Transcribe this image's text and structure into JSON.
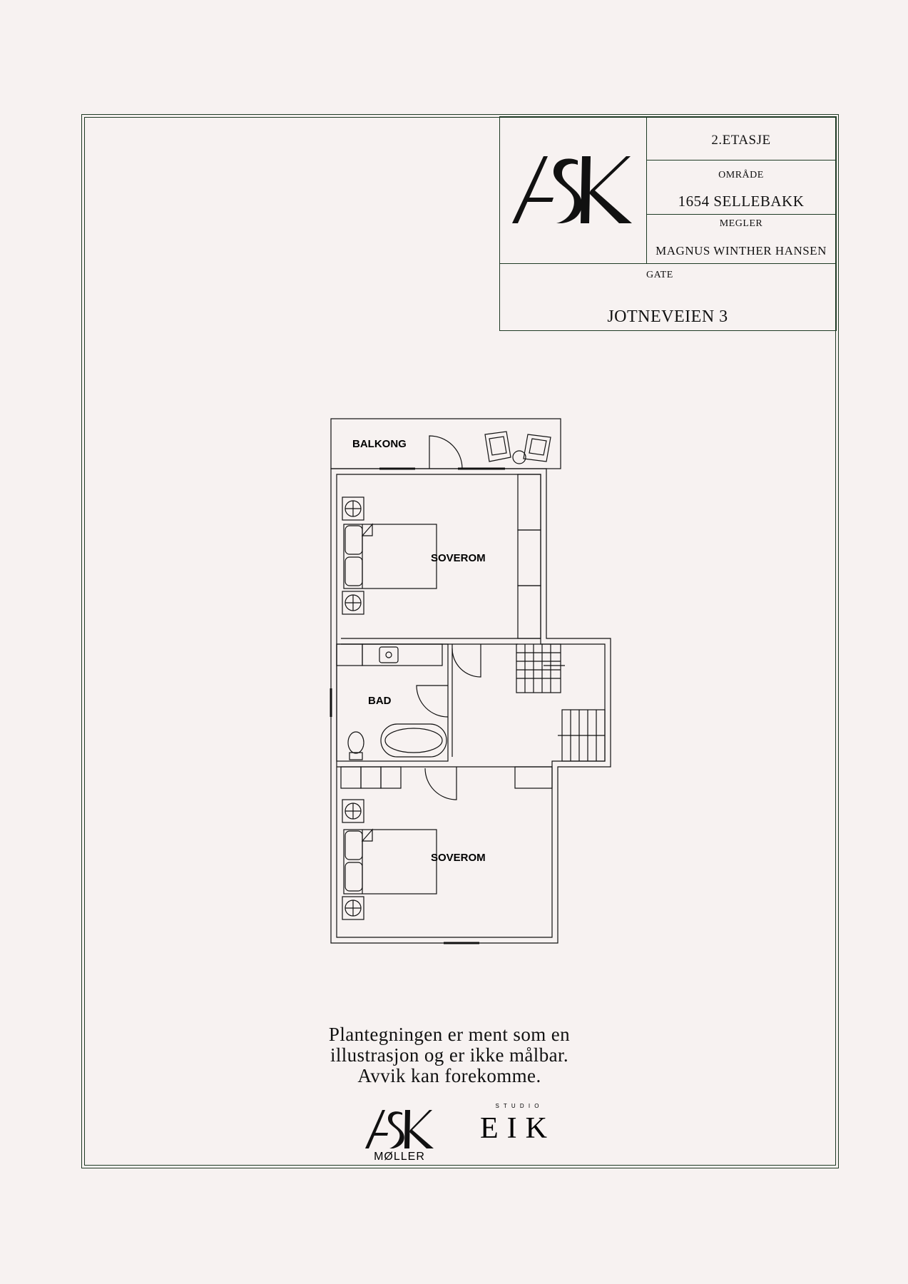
{
  "titleblock": {
    "floor": "2.ETASJE",
    "area_label": "OMRÅDE",
    "area_value": "1654 SELLEBAKK",
    "broker_label": "MEGLER",
    "broker_value": "MAGNUS WINTHER HANSEN",
    "street_label": "GATE",
    "street_value": "JOTNEVEIEN 3"
  },
  "logo": {
    "main_text": "ASK",
    "sub_text": "MØLLER"
  },
  "rooms": {
    "balcony": "BALKONG",
    "bedroom_top": "SOVEROM",
    "bathroom": "BAD",
    "bedroom_bottom": "SOVEROM"
  },
  "disclaimer": {
    "line1": "Plantegningen er ment som en",
    "line2": "illustrasjon og er ikke målbar.",
    "line3": "Avvik kan forekomme."
  },
  "studio": {
    "small": "S T U D I O",
    "name": "EIK"
  },
  "colors": {
    "background": "#f7f2f1",
    "frame": "#1e3a24",
    "ink": "#111111"
  }
}
